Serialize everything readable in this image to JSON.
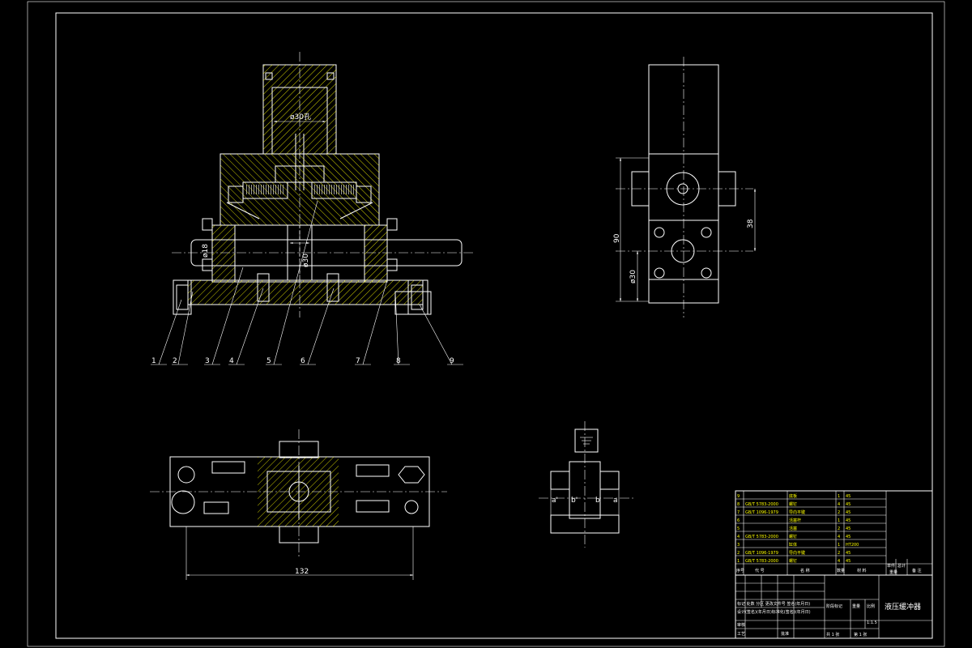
{
  "colors": {
    "background": "#000000",
    "lines": "#ffffff",
    "hatch": "#ffff00",
    "parts_table_text": "#ffff00"
  },
  "front_view": {
    "dimensions": {
      "cylinder_bore": "ø30孔",
      "shaft_dia": "ø18",
      "piston_dia": "ø30"
    },
    "part_callouts": [
      "1",
      "2",
      "3",
      "4",
      "5",
      "6",
      "7",
      "8",
      "9"
    ]
  },
  "side_view": {
    "dimensions": {
      "height": "90",
      "hole_dia": "ø30",
      "offset": "38"
    }
  },
  "bottom_view": {
    "dimensions": {
      "length": "132"
    }
  },
  "schematic": {
    "labels": [
      "a'",
      "b'",
      "b",
      "a"
    ]
  },
  "parts_table": {
    "rows": [
      {
        "no": "9",
        "std": "",
        "name": "底板",
        "qty": "1",
        "mat": "45"
      },
      {
        "no": "8",
        "std": "GB/T 5783-2000",
        "name": "螺钉",
        "qty": "4",
        "mat": "45"
      },
      {
        "no": "7",
        "std": "GB/T 1096-1979",
        "name": "导向平键",
        "qty": "2",
        "mat": "45"
      },
      {
        "no": "6",
        "std": "",
        "name": "活塞杆",
        "qty": "1",
        "mat": "45"
      },
      {
        "no": "5",
        "std": "",
        "name": "活塞",
        "qty": "2",
        "mat": "45"
      },
      {
        "no": "4",
        "std": "GB/T 5783-2000",
        "name": "螺钉",
        "qty": "4",
        "mat": "45"
      },
      {
        "no": "3",
        "std": "",
        "name": "缸体",
        "qty": "1",
        "mat": "HT200"
      },
      {
        "no": "2",
        "std": "GB/T 1096-1979",
        "name": "导向平键",
        "qty": "2",
        "mat": "45"
      },
      {
        "no": "1",
        "std": "GB/T 5783-2000",
        "name": "螺钉",
        "qty": "4",
        "mat": "45"
      }
    ],
    "header": {
      "no": "序号",
      "std": "代 号",
      "name": "名 称",
      "qty": "数量",
      "mat": "材 料",
      "unit_weight": "单件",
      "total_weight": "总计",
      "weight_label": "重量",
      "remark": "备 注"
    }
  },
  "title_block": {
    "title": "液压缓冲器",
    "stage_label": "阶段标记",
    "weight_label": "重量",
    "scale_label": "比例",
    "scale_value": "1:1.5",
    "sheet_total": "共 1 张",
    "sheet_no": "第 1 张",
    "designer_row": "设计(签名)(年月日)标准化(签名)(年月日)",
    "revision_row": "标记 处数 分区 更改文件号 签名(年月日)",
    "check_label": "审核",
    "process_label": "工艺",
    "approve_label": "批准"
  }
}
